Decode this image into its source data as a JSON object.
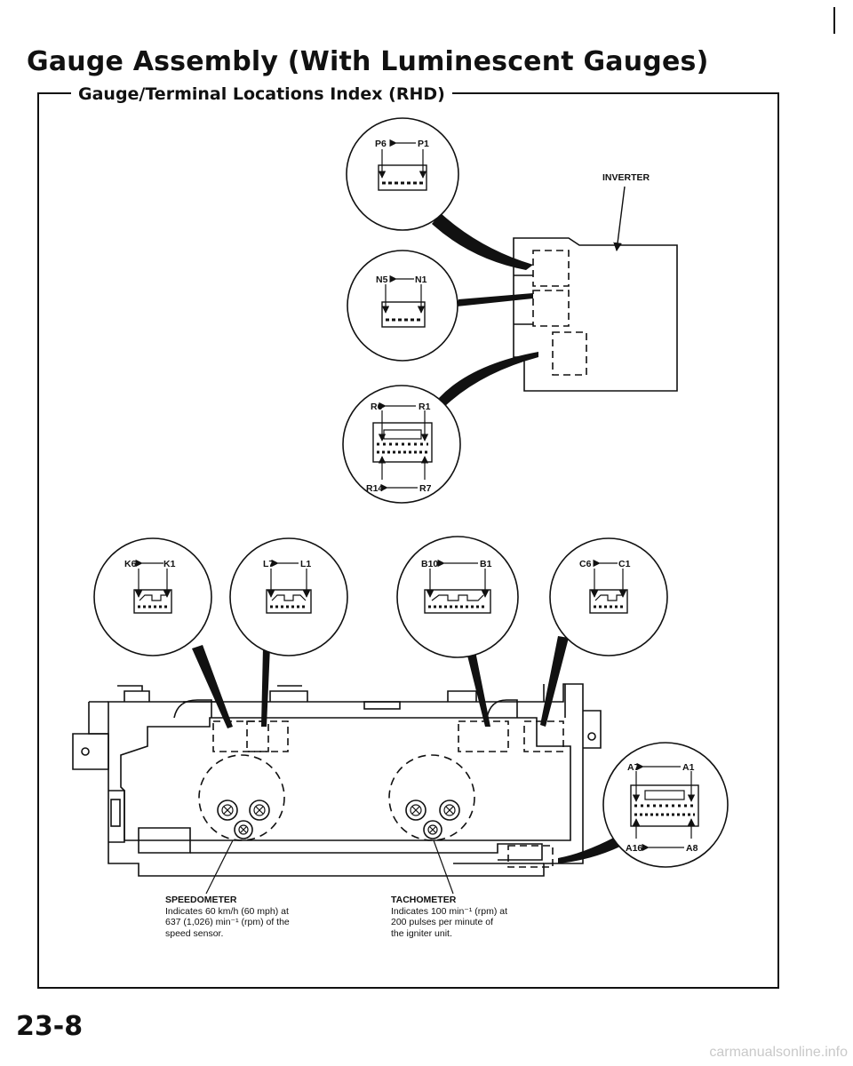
{
  "header": {
    "title": "Gauge Assembly (With Luminescent Gauges)",
    "subtitle": "Gauge/Terminal Locations Index (RHD)"
  },
  "connectors": {
    "P": {
      "left": "P6",
      "right": "P1"
    },
    "N": {
      "left": "N5",
      "right": "N1"
    },
    "R": {
      "top_left": "R6",
      "top_right": "R1",
      "bottom_left": "R14",
      "bottom_right": "R7"
    },
    "K": {
      "left": "K6",
      "right": "K1"
    },
    "L": {
      "left": "L7",
      "right": "L1"
    },
    "B": {
      "left": "B10",
      "right": "B1"
    },
    "C": {
      "left": "C6",
      "right": "C1"
    },
    "A": {
      "top_left": "A7",
      "top_right": "A1",
      "bottom_left": "A16",
      "bottom_right": "A8"
    }
  },
  "labels": {
    "inverter": "INVERTER"
  },
  "notes": {
    "speedometer": {
      "name": "SPEEDOMETER",
      "line1": "Indicates 60 km/h (60 mph) at",
      "line2": "637 (1,026) min⁻¹ (rpm) of the",
      "line3": "speed sensor."
    },
    "tachometer": {
      "name": "TACHOMETER",
      "line1": "Indicates 100 min⁻¹ (rpm) at",
      "line2": "200 pulses per minute of",
      "line3": "the igniter unit."
    }
  },
  "footer": {
    "page_number": "23-8",
    "watermark": "carmanualsonline.info"
  }
}
